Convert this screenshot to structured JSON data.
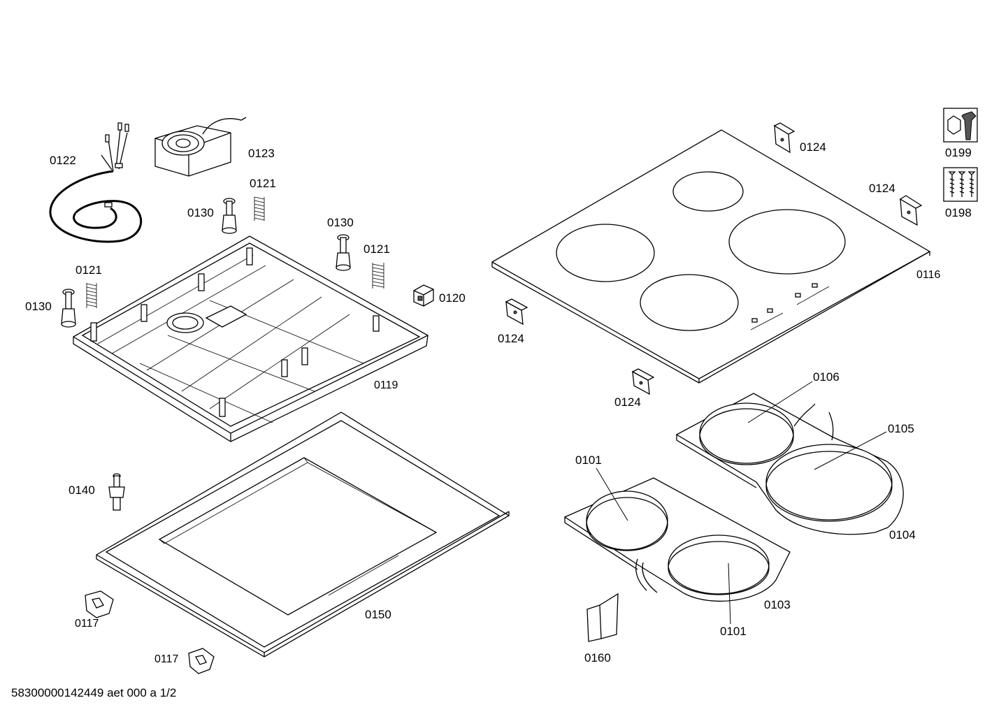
{
  "labels": {
    "p0122": "0122",
    "p0123": "0123",
    "p0121a": "0121",
    "p0130a": "0130",
    "p0130b": "0130",
    "p0121b": "0121",
    "p0121c": "0121",
    "p0130c": "0130",
    "p0120": "0120",
    "p0119": "0119",
    "p0140": "0140",
    "p0150": "0150",
    "p0117a": "0117",
    "p0117b": "0117",
    "p0124a": "0124",
    "p0124b": "0124",
    "p0124c": "0124",
    "p0124d": "0124",
    "p0116": "0116",
    "p0106": "0106",
    "p0105": "0105",
    "p0101a": "0101",
    "p0104": "0104",
    "p0103": "0103",
    "p0101b": "0101",
    "p0160": "0160",
    "p0199": "0199",
    "p0198": "0198"
  },
  "footer": "58300000142449 aet 000 a 1/2",
  "icons": {
    "service": "wrench-nut-icon",
    "hardware": "screws-icon"
  }
}
